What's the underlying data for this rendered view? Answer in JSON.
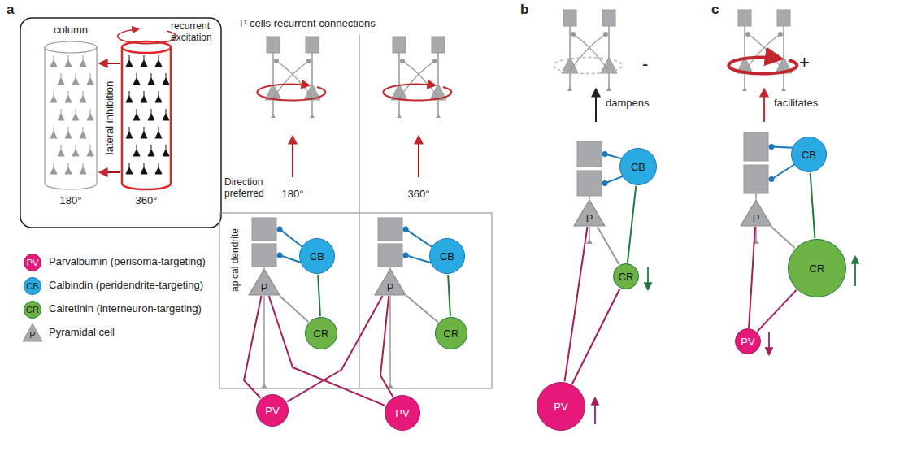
{
  "diagram": {
    "nodes": [
      {
        "text": [
          "CB"
        ]
      },
      {
        "text": [
          "CR"
        ]
      },
      {
        "text": [
          "P"
        ]
      },
      {
        "text": [
          "CB"
        ]
      },
      {
        "text": [
          "CR"
        ]
      },
      {
        "text": [
          "P"
        ]
      },
      {
        "text": [
          "PV"
        ]
      },
      {
        "text": [
          "PV"
        ]
      },
      {
        "text": [
          "CB"
        ]
      },
      {
        "text": [
          "P"
        ]
      },
      {
        "text": [
          "CR"
        ]
      },
      {
        "text": [
          "PV"
        ]
      },
      {
        "text": [
          "CB"
        ]
      },
      {
        "text": [
          "P"
        ]
      },
      {
        "text": [
          "CR"
        ]
      },
      {
        "text": [
          "PV"
        ]
      }
    ],
    "edges": [
      {
        "from": 1,
        "to": 0,
        "arrow": "none"
      },
      {
        "from": 2,
        "to": 1,
        "arrow": "none"
      },
      {
        "from": 4,
        "to": 3,
        "arrow": "none"
      },
      {
        "from": 5,
        "to": 4,
        "arrow": "none"
      },
      {
        "from": 6,
        "to": 2,
        "arrow": "none"
      },
      {
        "from": 6,
        "to": 5,
        "arrow": "none"
      },
      {
        "from": 7,
        "to": 2,
        "arrow": "none"
      },
      {
        "from": 7,
        "to": 5,
        "arrow": "none"
      },
      {
        "from": 10,
        "to": 8,
        "arrow": "none"
      },
      {
        "from": 9,
        "to": 10,
        "arrow": "none"
      },
      {
        "from": 11,
        "to": 9,
        "arrow": "none"
      },
      {
        "from": 11,
        "to": 10,
        "arrow": "none"
      },
      {
        "from": 14,
        "to": 12,
        "arrow": "none"
      },
      {
        "from": 13,
        "to": 14,
        "arrow": "none"
      },
      {
        "from": 15,
        "to": 13,
        "arrow": "none"
      },
      {
        "from": 15,
        "to": 14,
        "arrow": "none"
      }
    ],
    "labels": [
      "a",
      "b",
      "c",
      "column",
      "recurrent excitation",
      "lateral inhibition",
      "180°",
      "360°",
      "PV",
      "CB",
      "CR",
      "P",
      "P cells recurrent connections",
      "Direction preferred",
      "180°",
      "360°",
      "apical dendrite",
      "dampens",
      "-",
      "facilitates",
      "+"
    ],
    "legend": [
      {
        "text": "Parvalbumin (perisoma-targeting)",
        "color": "#e6197a"
      },
      {
        "text": "Calbindin (peridendrite-targeting)",
        "color": "#29abe2"
      },
      {
        "text": "Calretinin (interneuron-targeting)",
        "color": "#6cb244"
      },
      {
        "text": "Pyramidal cell"
      }
    ]
  }
}
